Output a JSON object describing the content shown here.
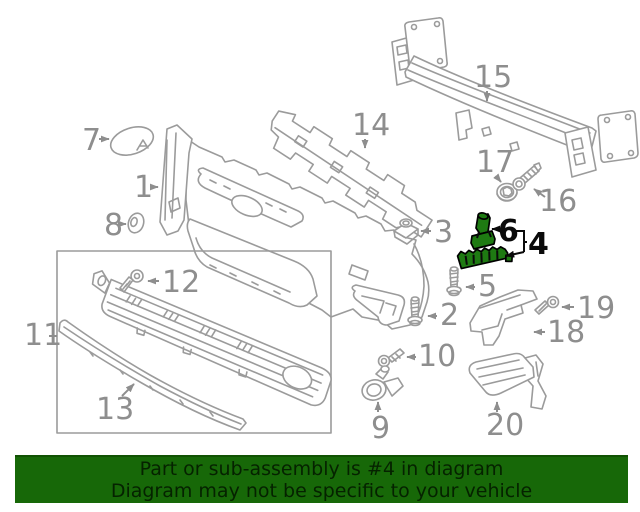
{
  "banner": {
    "line1": "Part or sub-assembly is #4 in diagram",
    "line2": "Diagram may not be specific to your vehicle",
    "background": "#176808",
    "text_color": "#052200"
  },
  "diagram": {
    "type": "exploded-parts-diagram",
    "subject": "front bumper assembly",
    "line_color": "#9b9b9b",
    "callout_color": "#8e8e8e",
    "background": "#ffffff",
    "highlight": {
      "part_numbers": [
        "4",
        "6"
      ],
      "fill": "#1e7a12",
      "outline": "#000000"
    }
  },
  "callouts": [
    {
      "label": "1",
      "highlighted": false
    },
    {
      "label": "2",
      "highlighted": false
    },
    {
      "label": "3",
      "highlighted": false
    },
    {
      "label": "4",
      "highlighted": true
    },
    {
      "label": "5",
      "highlighted": false
    },
    {
      "label": "6",
      "highlighted": true
    },
    {
      "label": "7",
      "highlighted": false
    },
    {
      "label": "8",
      "highlighted": false
    },
    {
      "label": "9",
      "highlighted": false
    },
    {
      "label": "10",
      "highlighted": false
    },
    {
      "label": "11",
      "highlighted": false
    },
    {
      "label": "12",
      "highlighted": false
    },
    {
      "label": "13",
      "highlighted": false
    },
    {
      "label": "14",
      "highlighted": false
    },
    {
      "label": "15",
      "highlighted": false
    },
    {
      "label": "16",
      "highlighted": false
    },
    {
      "label": "17",
      "highlighted": false
    },
    {
      "label": "18",
      "highlighted": false
    },
    {
      "label": "19",
      "highlighted": false
    },
    {
      "label": "20",
      "highlighted": false
    }
  ]
}
